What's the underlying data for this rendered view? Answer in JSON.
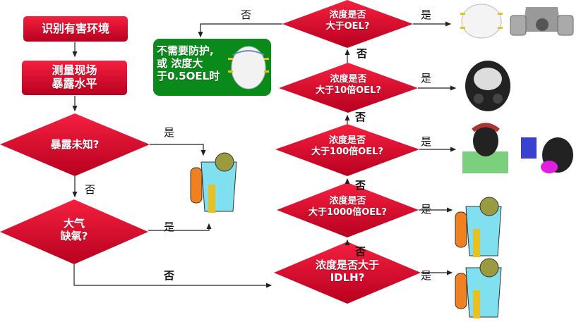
{
  "steps": {
    "identify": "识别有害环境",
    "measure": "测量现场\n暴露水平"
  },
  "decisions": {
    "unknown": "暴露未知?",
    "oxygen": "大气\n缺氧?",
    "oel": "浓度是否\n大于OEL?",
    "oel10": "浓度是否\n大于10倍OEL?",
    "oel100": "浓度是否\n大于100倍OEL?",
    "oel1000": "浓度是否\n大于1000倍OEL?",
    "idlh": "浓度是否大于\nIDLH?"
  },
  "no_protection": "不需要防护,\n或 浓度大\n于0.5OEL时",
  "yes": "是",
  "no": "否",
  "colors": {
    "red": "#e4002b",
    "green": "#0a8a1a"
  }
}
